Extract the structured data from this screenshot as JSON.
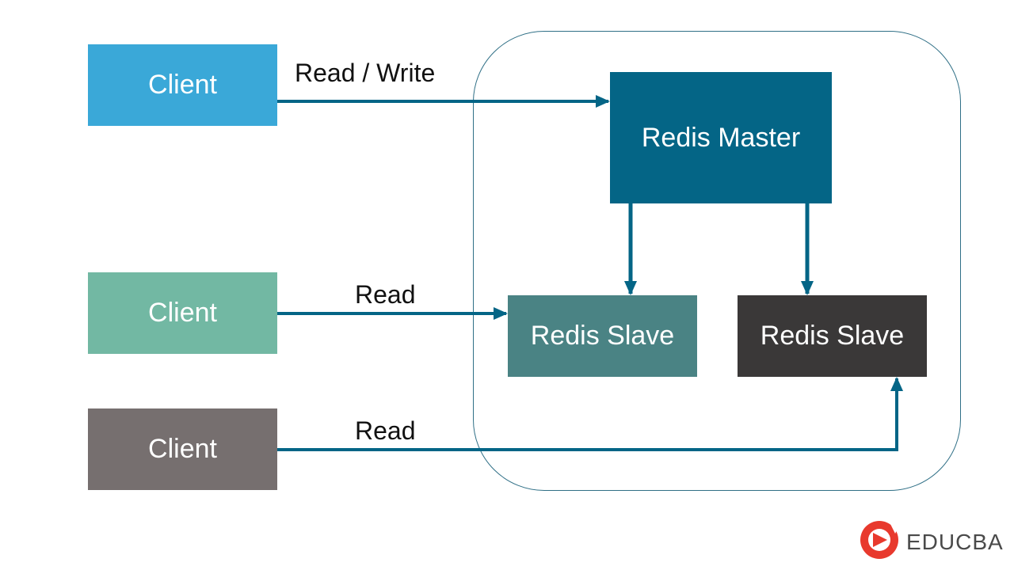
{
  "clients": [
    {
      "label": "Client"
    },
    {
      "label": "Client"
    },
    {
      "label": "Client"
    }
  ],
  "master": {
    "label": "Redis Master"
  },
  "slaves": [
    {
      "label": "Redis Slave"
    },
    {
      "label": "Redis Slave"
    }
  ],
  "edges": {
    "read_write": "Read / Write",
    "read_1": "Read",
    "read_2": "Read"
  },
  "brand": {
    "name": "EDUCBA",
    "logo_icon": "educba-logo-icon",
    "logo_color": "#e8392d"
  },
  "colors": {
    "client_1": "#3aa8d8",
    "client_2": "#72b8a3",
    "client_3": "#766f6f",
    "master": "#046586",
    "slave_1": "#4a8384",
    "slave_2": "#3a3838",
    "arrow": "#046586",
    "cluster_border": "#2f6f86"
  }
}
